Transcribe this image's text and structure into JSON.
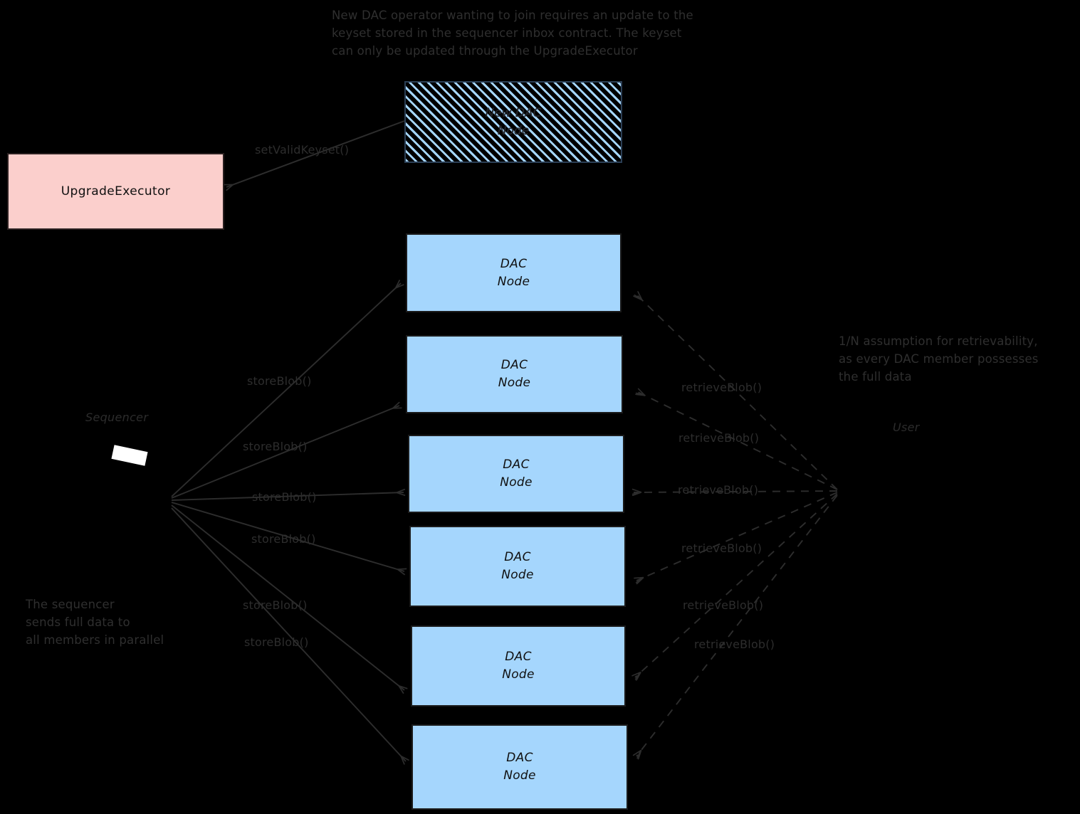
{
  "diagram": {
    "title_note": "New DAC operator wanting to join requires an update to the\nkeyset stored in the sequencer inbox contract. The keyset\ncan only be updated through the UpgradeExecutor",
    "background": "#000000",
    "colors": {
      "node_fill": "#a5d6fd",
      "upgrade_executor_fill": "#fbcfcc",
      "stroke": "#2d2d2d",
      "text": "#2f2f2f"
    }
  },
  "nodes": {
    "new_dac_node": {
      "line1": "New DAC",
      "line2": "Node"
    },
    "upgrade_executor": {
      "label": "UpgradeExecutor"
    },
    "dac_nodes": [
      {
        "line1": "DAC",
        "line2": "Node"
      },
      {
        "line1": "DAC",
        "line2": "Node"
      },
      {
        "line1": "DAC",
        "line2": "Node"
      },
      {
        "line1": "DAC",
        "line2": "Node"
      },
      {
        "line1": "DAC",
        "line2": "Node"
      },
      {
        "line1": "DAC",
        "line2": "Node"
      }
    ]
  },
  "actors": {
    "sequencer": {
      "label": "Sequencer"
    },
    "user": {
      "label": "User"
    }
  },
  "edges": {
    "set_valid_keyset": {
      "label": "setValidKeyset()"
    },
    "store_blob": [
      {
        "label": "storeBlob()"
      },
      {
        "label": "storeBlob()"
      },
      {
        "label": "storeBlob()"
      },
      {
        "label": "storeBlob()"
      },
      {
        "label": "storeBlob()"
      },
      {
        "label": "storeBlob()"
      }
    ],
    "retrieve_blob": [
      {
        "label": "retrieveBlob()"
      },
      {
        "label": "retrieveBlob()"
      },
      {
        "label": "retrieveBlob()"
      },
      {
        "label": "retrieveBlob()"
      },
      {
        "label": "retrieveBlob()"
      },
      {
        "label": "retrieveBlob()"
      }
    ]
  },
  "notes": {
    "sequencer_note": "The sequencer\nsends full data to\nall members in parallel",
    "retrievability_note": "1/N assumption for retrievability,\nas every DAC member possesses\nthe full data"
  }
}
